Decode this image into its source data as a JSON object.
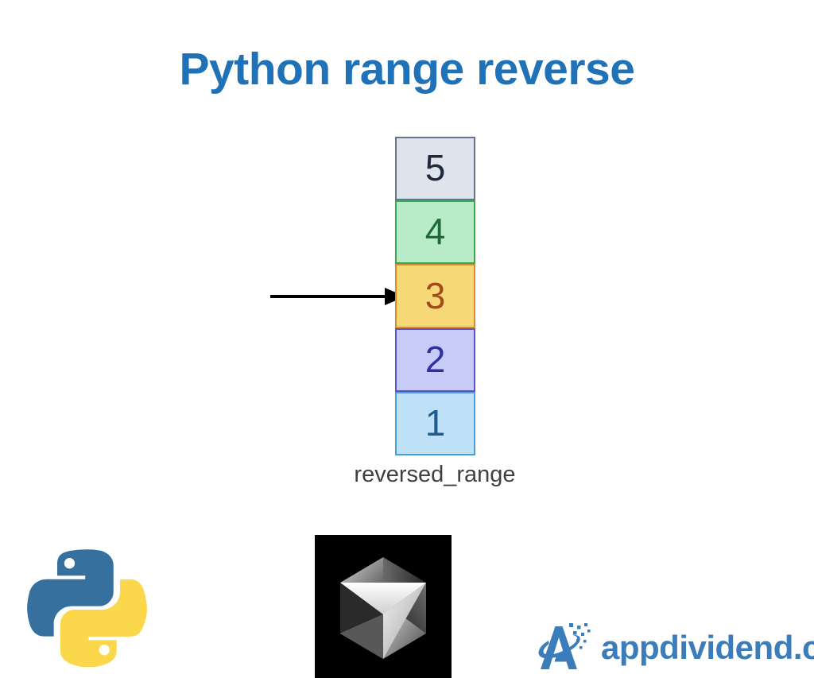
{
  "page": {
    "title": "Python range reverse",
    "background_color": "#ffffff",
    "title_color": "#1f72b8"
  },
  "diagram": {
    "caption": "reversed_range",
    "caption_color": "#3f3f3f",
    "pointer": {
      "icon": "arrow-right-icon",
      "points_to_value": "3",
      "color": "#000000"
    },
    "cells": [
      {
        "value": "5",
        "fill": "#dfe3ec",
        "border": "#64748b",
        "text_color": "#1e293b"
      },
      {
        "value": "4",
        "fill": "#b9ebc8",
        "border": "#37a855",
        "text_color": "#1c6b38"
      },
      {
        "value": "3",
        "fill": "#f7d877",
        "border": "#d98c2b",
        "text_color": "#a34a1c"
      },
      {
        "value": "2",
        "fill": "#c7cbf7",
        "border": "#5953c9",
        "text_color": "#332f9e"
      },
      {
        "value": "1",
        "fill": "#bfe1f8",
        "border": "#4a9fd8",
        "text_color": "#1f5b8f"
      }
    ]
  },
  "logos": {
    "python": {
      "name": "python-logo",
      "blue": "#36709e",
      "yellow": "#fbd74b"
    },
    "thumbnail": {
      "name": "black-cube-thumbnail",
      "background": "#000000",
      "shape": "low-poly-cube"
    },
    "brand": {
      "name": "appdividend-logo",
      "text": "appdividend.com",
      "color": "#3b7cba"
    }
  }
}
